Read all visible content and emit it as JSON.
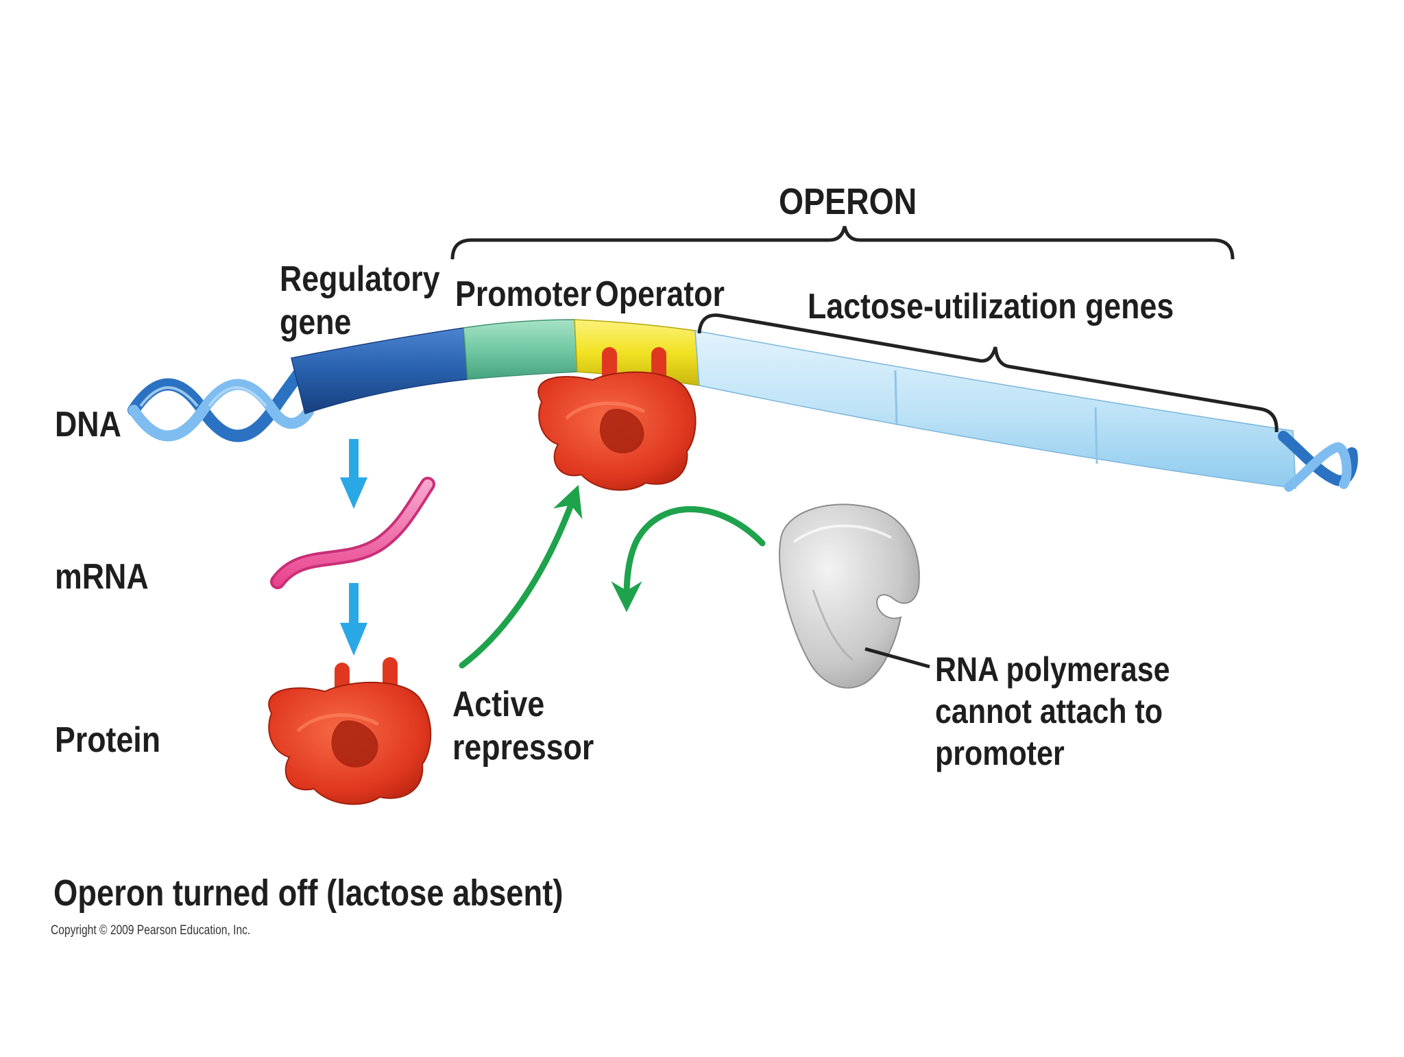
{
  "diagram": {
    "operon_label": "OPERON",
    "regulatory_gene_label": "Regulatory\ngene",
    "promoter_label": "Promoter",
    "operator_label": "Operator",
    "lactose_genes_label": "Lactose-utilization genes",
    "dna_label": "DNA",
    "mrna_label": "mRNA",
    "protein_label": "Protein",
    "active_repressor_label": "Active\nrepressor",
    "rna_polymerase_label": "RNA polymerase\ncannot attach to\npromoter",
    "caption": "Operon turned off (lactose absent)",
    "copyright": "Copyright © 2009 Pearson Education, Inc."
  },
  "colors": {
    "regulatory_gene": "#2a63b0",
    "promoter": "#72c8a4",
    "operator": "#f2e224",
    "lactose_genes": "#bfe3f7",
    "dna_helix": "#3d8fd6",
    "repressor": "#e03820",
    "mrna": "#e8468f",
    "rna_polymerase": "#c8c8c8",
    "process_arrow": "#2aa8e6",
    "binding_arrow": "#1ea34c",
    "label_text": "#1e1e1e"
  }
}
